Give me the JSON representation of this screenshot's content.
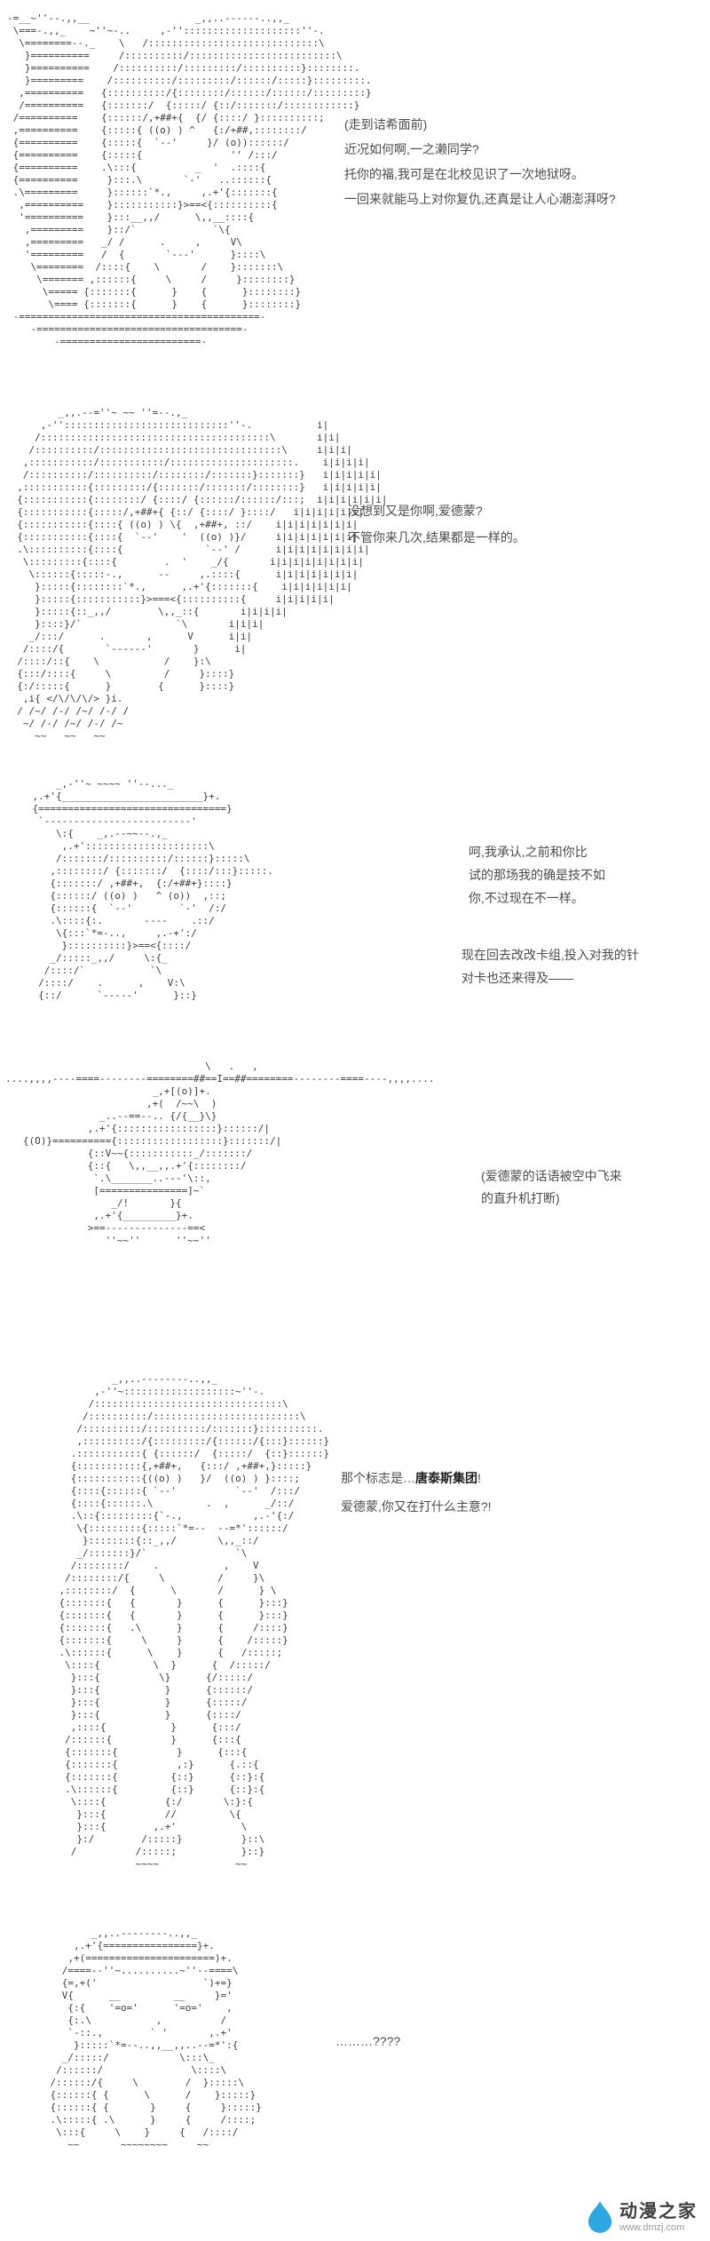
{
  "panels": [
    {
      "art": "-=__~''--.,,__                  _,,..------..,,_\n \\===-.,,_    ~''~-..     ,-''::::::::::::::::::::''-.\n  \\========--._    \\   /:::::::::::::::::::::::::::::\\\n   }==========     /::::::::::/:::::::::::::::::::::::::\\\n   }==========    /::::::::::/:::::::::/::::::::::}::::::::.\n   }=========    /::::::::::/:::::::::/::::::/:::::}:::::::::.\n  ,==========   {::::::::::/{::::::::/::::::/::::::/:::::::::}\n  /==========   {:::::::/  {:::::/ {::/:::::::/::::::::::::}\n /==========    {::::::/,+##+{  {/ {::::/ }::::::::::;\n ,==========    {:::::{ ((o) ) ^   {:/+##,::::::::/\n {==========    {:::::{  `--'     }/ (o))::::::/\n {==========    {:::::{               '' /:::/\n {==========    .\\:::{          _  '  .::::{\n {==========     }:::.\\       `-'   ..::::::{\n .\\=========     }::::::`*.,     ,.+'{:::::::{\n  ,==========    }:::::::::::}>==<{::::::::::{\n  '==========    }:::__,,/      \\,,__::::{\n   ,=========    }::/`             `\\{\n   ,=========   _/ /      .     ,     V\\\n   '=========   /  {       `---'      }::::\\\n    \\========  /::::{    \\       /    }:::::::\\\n     \\======= ,::::::{     \\     /     }::::::::}\n      \\===== {:::::::{      }    {      }::::::::}\n       \\==== {:::::::{      }    {      }::::::::}\n -=========================================-\n    -===================================-\n        -========================-",
      "lines": [
        "(走到诘希面前)",
        "近况如何啊,一之濑同学?",
        "托你的福,我可是在北校见识了一次地狱呀。",
        "一回来就能马上对你复仇,还真是让人心潮澎湃呀?"
      ]
    },
    {
      "art": "         _,,.--=''~ ~~ ''=--.,_\n      ,-''::::::::::::::::::::::::::::''-.           i|\n     /:::::::::::::::::::::::::::::::::::::::\\       i|i|\n    /::::::::::/:::::::::::::::::::::::::::::::\\     i|i|i|\n   ,:::::::::::/:::::::::::/:::::::::::::::::::::.    i|i|i|i|\n   /::::::::::/::::::::::/::::::::/:::::::}:::::::}   i|i|i|i|i|\n  ,:::::::::::{:::::::::/{:::::::/:::::::/::::::::}   i|i|i|i|i|\n  {:::::::::::{::::::::/ {::::/ {::::::/::::::/:::;  i|i|i|i|i|i|\n  {:::::::::::{:::::/,+##+{ {::/ {::::/ }::::/   i|i|i|i|i|i|\n  {:::::::::::{::::{ ((o) ) \\{  ,+##+, ::/    i|i|i|i|i|i|i|\n  {:::::::::::{::::{  `--'    '  ((o) )}/     i|i|i|i|i|i|i|\n  .\\::::::::::{::::{              `--' /      i|i|i|i|i|i|i|i|\n   \\:::::::::{::::{        .  '    _/{       i|i|i|i|i|i|i|i|\n    \\::::::{:::::-.,      --     ,.::::{      i|i|i|i|i|i|i|\n     }:::::{::::::::`*.,      ,.+'{:::::::{    i|i|i|i|i|i|\n     }:::::{:::::::::::}>===<{::::::::::{     i|i|i|i|i|\n     }:::::{::_,,/        \\,,_::{       i|i|i|i|\n     }::::}/`                `\\       i|i|i|\n    _/:::/      .       ,      V      i|i|\n   /::::/{       `------'       }      i|\n  /::::/::{    \\           /    }:\\\n  {:::/::::{     \\         /     }::::}\n  {:/:::::{      }        {      }::::}\n   ,i{ </\\/\\/\\/> }i.\n  / /~/ /-/ /~/ /-/ /\n   ~/ /-/ /~/ /-/ /~\n     ~~   ~~   ~~",
      "lines": [
        "没想到又是你啊,爱德蒙?",
        "不管你来几次,结果都是一样的。"
      ]
    },
    {
      "art": "        _,-''~ ~~~~ ''--..._\n    ,.+'{________________________}+.\n    {================================}\n     `-------------------------'\n        \\:{    _,.--~~--.,_\n         ,.+':::::::::::::::::::::\\\n        /:::::::/::::::::::/::::::}:::::\\\n       ,::::::::/ {:::::::/  {::::/:::}:::::.\n       {:::::::/ ,+##+,  {:/+##+}::::}\n       {::::::/ ((o) )   ^ (o))  ,::;\n       {::::::{  `--'        `-'  /:/\n       .\\::::{:.       ----    .::/\n        \\{:::`*=-..,     ,.-+':/\n         }::::::::::}>==<{::::/\n       _/:::::_,,/     \\:{_\n      /::::/`           `\\\n     /::::/    .      ,    V:\\\n     {::/      `-----'      }::}",
      "lines": [
        "呵,我承认,之前和你比",
        "试的那场我的确是技不如",
        "你,不过现在不一样。"
      ],
      "lines2": [
        "现在回去改改卡组,投入对我的针",
        "对卡也还来得及——"
      ]
    },
    {
      "art": "                                  \\   .   ,\n....,,,,----====--------========##==I==##========--------====----,,,,....\n                         _,+[(o)]+.\n                        ,+(  /~~\\  )\n                _..--==--.. {/{__}\\}\n              ,.+'{:::::::::::::::::}::::::/|\n   {(O)}=========={::::::::::::::::::}:::::::/|\n              {::V~~{:::::::::::_/:::::::/\n              {::{   \\,,__,,.+'{::::::::/\n               `.\\_______..---'\\::,\n               [===============]~`\n                  _/!       }{\n               ,.+'{_________}+.\n              >==--------------==<\n                 ''~~''      ''~~''",
      "lines": [
        "(爱德蒙的话语被空中飞来",
        "的直升机打断)"
      ]
    },
    {
      "art": "             _,,..--------..,,_\n          ,-''~:::::::::::::::::::~''-.\n         /::::::::::::::::::::::::::::::::\\\n        /::::::::::/:::::::::::::::::::::::::\\\n       /::::::::::/::::::::::/:::::::}::::::::::.\n       ,::::::::::/{:::::::::/{::::::/{:::}::::::}\n      .:::::::::::{ {::::::/  {:::::/  {::}::::::}\n      {:::::::::::{,+##+,   {:::/ ,+##+,}:::::}\n      {:::::::::::{((o) )   }/  ((o) ) }::::;\n      {::::{::::::{ `--'          `--'  /:::/\n      {::::{::::::.\\         .  ,      _/::/\n      .\\::{:::::::::{`-.,            ,.-'{:/\n       \\{:::::::::{:::::`*=--  --=*'::::::/\n        }::::::::{::_,,/       \\,,_::/\n       _/:::::::}/`               `\\\n      /::::::::/    .           ,    V\n     /::::::::/{     \\         /     }\\\n    ,::::::::/  {      \\       /      } \\\n    {:::::::{   {       }      {      }:::}\n    {:::::::{   {       }      {      }:::}\n    {:::::::{   .\\      }      {     /::::}\n    {:::::::{     \\     }      {    /:::::}\n    .\\::::::{      \\    }      {   /:::::;\n     \\::::{         \\  }      {  /:::::/\n      }:::{          \\}      {/:::::/\n      }:::{           }      {::::::/\n      }:::{           }      {:::::/\n      }:::{           }      {::::/\n      ,::::{           }      {:::/\n     /::::::{          }      {:::{\n     {:::::::{          }      {:::{\n     {:::::::{          ,:}      {.::{\n     {:::::::{         {::}      {::}:{\n     .\\::::::{         {::}      {::}:{\n      \\::::{          {:/       \\:}:{\n       }:::{          //         \\{\n       }:::{        ,.+'           \\\n       }:/        /:::::}          }::\\\n      /          /:::::;           }::}\n                 ~~~~             ~~",
      "line1_pre": "那个标志是…",
      "line1_em": "唐泰斯集团",
      "line1_post": "!",
      "line2": "爱德蒙,你又在打什么主意?!"
    },
    {
      "art": "           _,,..--------..,,_\n        ,.+'{================}+.\n       ,+(======================)+.\n      /====--''~..........~''--====\\\n      {=,+('                  `)+=}\n      V{      __         __     }='\n       {:{    '=o='      '=o='    ,\n       {:.\\           ,          /\n       `-::.,        ` '       ,.+'\n        }:::::`*=--..,,__,,..--=*':{\n      _/:::::/            \\:::\\_\n     /::::::/               \\::::\\\n    /::::::/{     \\        /  }:::::\\\n    {::::::{ {      \\      /    }:::::}\n    {::::::{ {       }     {     }:::::}\n    .\\:::::{ .\\      }     {     /::::;\n     \\:::{     \\    }     {   /::::/\n       ~~       ~~~~~~~~     ~~",
      "lines": [
        "………????"
      ]
    }
  ],
  "watermark": {
    "site_name": "动漫之家",
    "site_url": "www.dmzj.com",
    "logo_color": "#2fa7e3"
  }
}
